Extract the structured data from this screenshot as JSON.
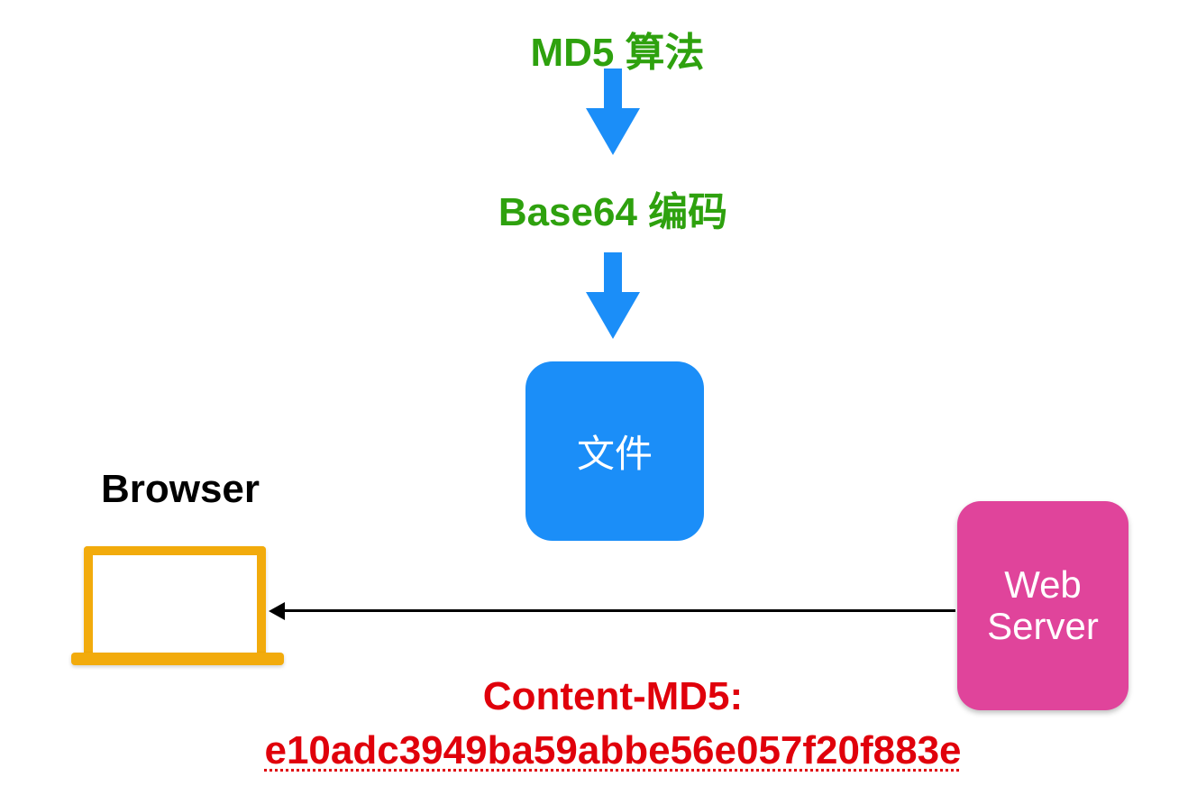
{
  "steps": {
    "md5_label": "MD5 算法",
    "base64_label": "Base64 编码",
    "file_label": "文件"
  },
  "browser": {
    "label": "Browser",
    "icon": "laptop-icon"
  },
  "server": {
    "line1": "Web",
    "line2": "Server"
  },
  "header": {
    "name": "Content-MD5:",
    "value": "e10adc3949ba59abbe56e057f20f883e"
  },
  "colors": {
    "green_text": "#2ea10e",
    "arrow_blue": "#1b8ef8",
    "file_box": "#1b8ef8",
    "laptop": "#f2ab0c",
    "server_box": "#e0449b",
    "red_text": "#e0000b"
  }
}
